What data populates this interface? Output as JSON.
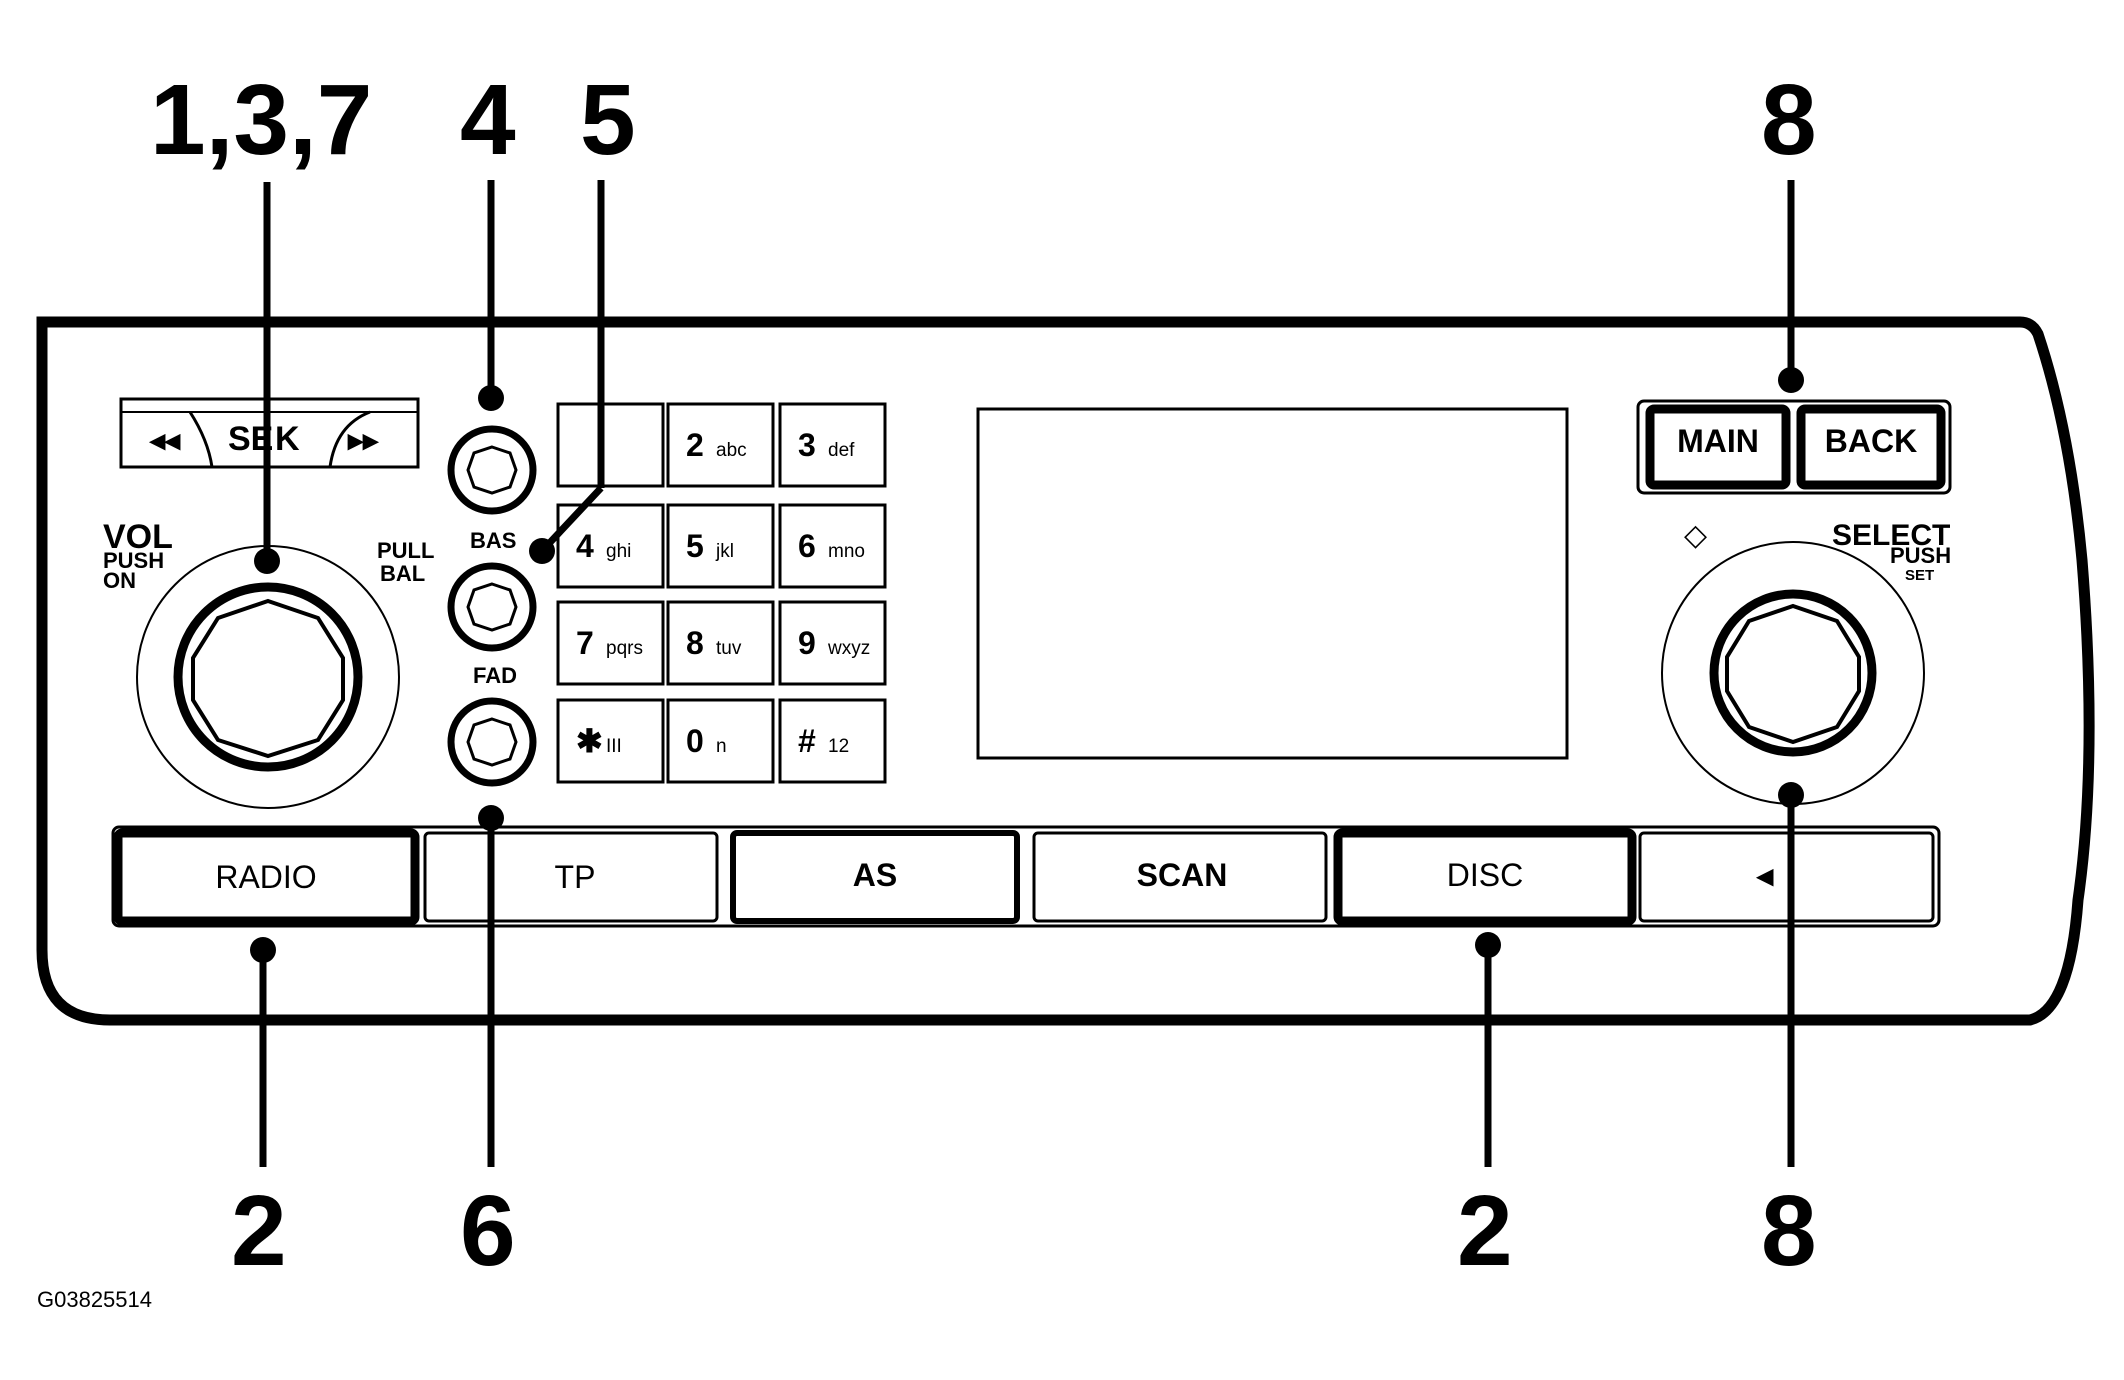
{
  "callouts": {
    "top_vol": "1,3,7",
    "top_bas": "4",
    "top_bal": "5",
    "top_main": "8",
    "bottom_radio": "2",
    "bottom_fad": "6",
    "bottom_disc": "2",
    "bottom_select": "8"
  },
  "panel": {
    "seek_label": "SE",
    "seek_label_2": "K",
    "vol_label": "VOL",
    "vol_sub_1": "PUSH",
    "vol_sub_2": "ON",
    "pull_label_1": "PULL",
    "pull_label_2": "BAL",
    "bas_label": "BAS",
    "fad_label": "FAD",
    "select_label": "SELECT",
    "select_sub_1": "PUSH",
    "select_sub_2": "SET",
    "main_button": "MAIN",
    "back_button": "BACK"
  },
  "keypad": [
    {
      "num": "",
      "sub": ""
    },
    {
      "num": "2",
      "sub": "abc"
    },
    {
      "num": "3",
      "sub": "def"
    },
    {
      "num": "4",
      "sub": "ghi"
    },
    {
      "num": "5",
      "sub": "jkl"
    },
    {
      "num": "6",
      "sub": "mno"
    },
    {
      "num": "7",
      "sub": "pqrs"
    },
    {
      "num": "8",
      "sub": "tuv"
    },
    {
      "num": "9",
      "sub": "wxyz"
    },
    {
      "num": "✱",
      "sub": "III"
    },
    {
      "num": "0",
      "sub": "n"
    },
    {
      "num": "#",
      "sub": "12"
    }
  ],
  "bottom_buttons": {
    "radio": "RADIO",
    "tp": "TP",
    "as": "AS",
    "scan": "SCAN",
    "disc": "DISC",
    "eject": "◂"
  },
  "figure_id": "G03825514"
}
